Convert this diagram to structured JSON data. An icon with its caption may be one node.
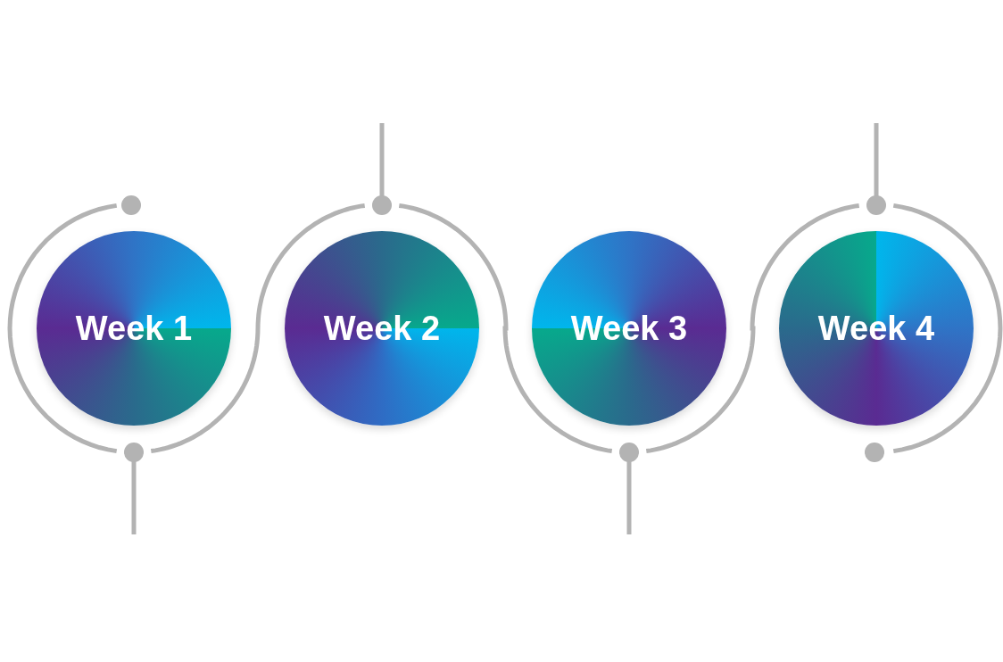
{
  "diagram": {
    "nodes": [
      {
        "text": [
          "Week 1"
        ]
      },
      {
        "text": [
          "Week 2"
        ]
      },
      {
        "text": [
          "Week 3"
        ]
      },
      {
        "text": [
          "Week 4"
        ]
      }
    ]
  }
}
